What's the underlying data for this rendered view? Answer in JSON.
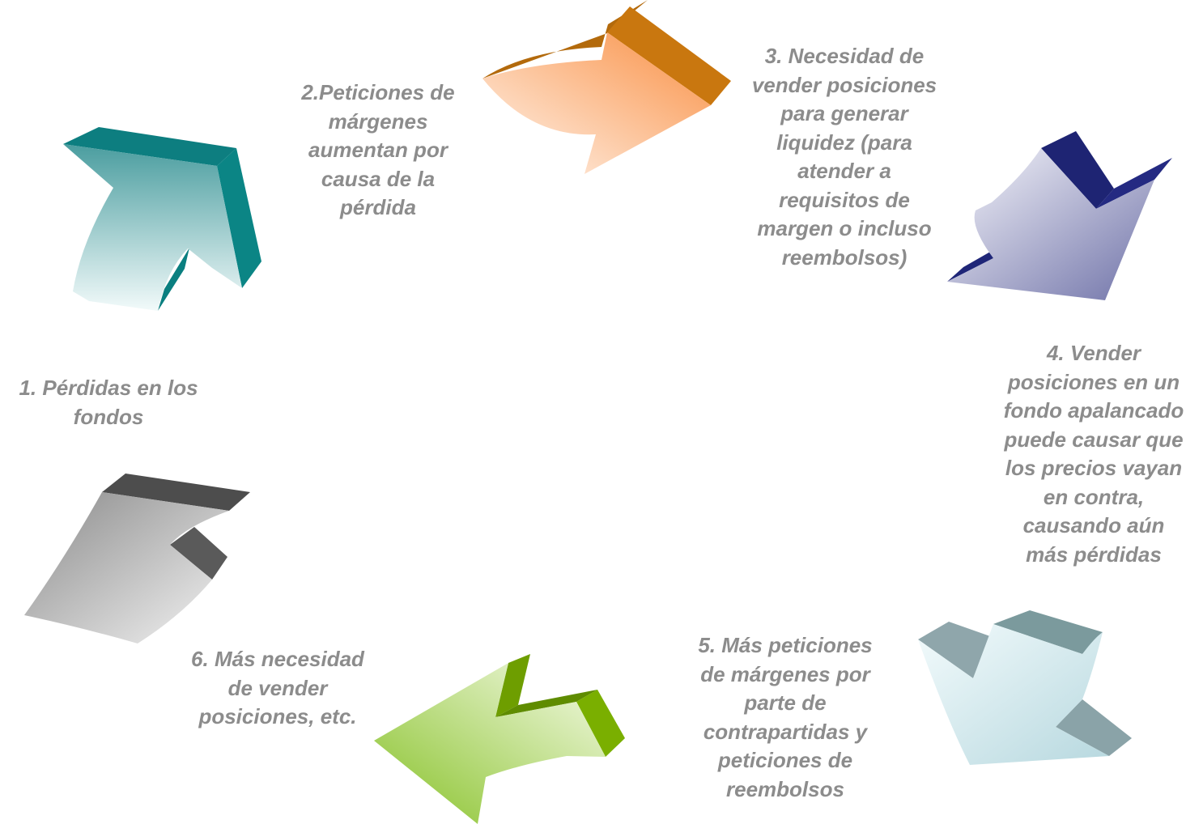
{
  "diagram": {
    "steps": [
      {
        "id": 1,
        "text": "1. Pérdidas en los\nfondos",
        "arrow_color": "#0b8585"
      },
      {
        "id": 2,
        "text": "2.Peticiones de\nmárgenes\naumentan por\ncausa de la\npérdida",
        "arrow_color": "#d07a12"
      },
      {
        "id": 3,
        "text": "3. Necesidad de\nvender posiciones\npara generar\nliquidez (para\natender a\nrequisitos de\nmargen o incluso\nreembolsos)",
        "arrow_color": "#232a80"
      },
      {
        "id": 4,
        "text": "4. Vender\nposiciones en un\nfondo apalancado\npuede causar que\nlos precios vayan\nen contra,\ncausando aún\nmás pérdidas",
        "arrow_color": "#7b9a9d"
      },
      {
        "id": 5,
        "text": "5. Más peticiones\nde márgenes por\nparte de\ncontrapartidas y\npeticiones de\nreembolsos",
        "arrow_color": "#7aaf00"
      },
      {
        "id": 6,
        "text": "6. Más necesidad\nde vender\nposiciones, etc.",
        "arrow_color": "#5a5a5a"
      }
    ]
  }
}
